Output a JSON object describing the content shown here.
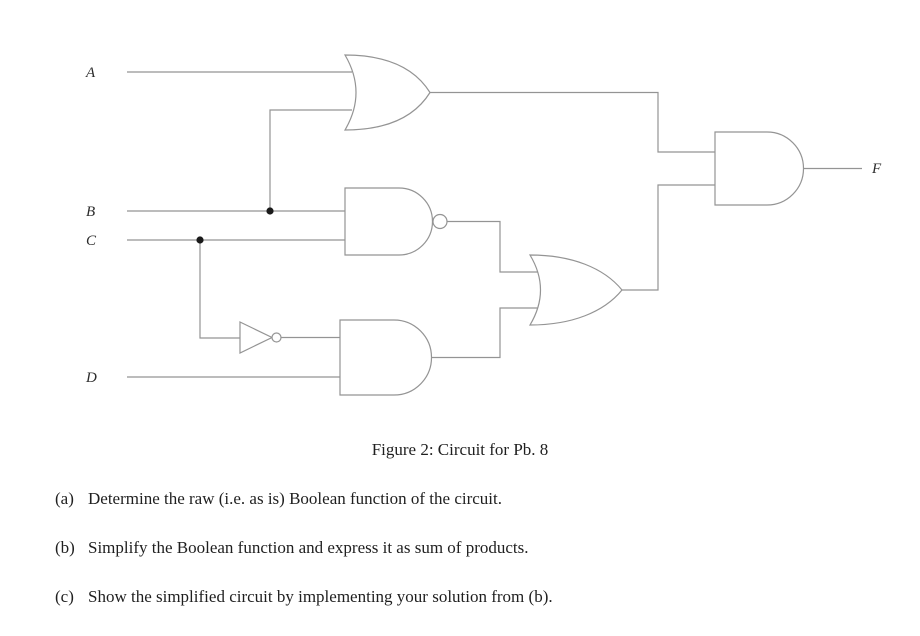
{
  "figure": {
    "caption": "Figure 2: Circuit for Pb. 8",
    "labels": {
      "a": "A",
      "b": "B",
      "c": "C",
      "d": "D",
      "f": "F"
    },
    "gates": [
      "OR",
      "NAND",
      "NOT",
      "AND",
      "OR",
      "AND"
    ],
    "colors": {
      "line": "#949494",
      "text": "#1f1f1f"
    }
  },
  "questions": [
    {
      "marker": "(a)",
      "text": "Determine the raw (i.e. as is) Boolean function of the circuit."
    },
    {
      "marker": "(b)",
      "text": "Simplify the Boolean function and express it as sum of products."
    },
    {
      "marker": "(c)",
      "text": "Show the simplified circuit by implementing your solution from (b)."
    }
  ]
}
